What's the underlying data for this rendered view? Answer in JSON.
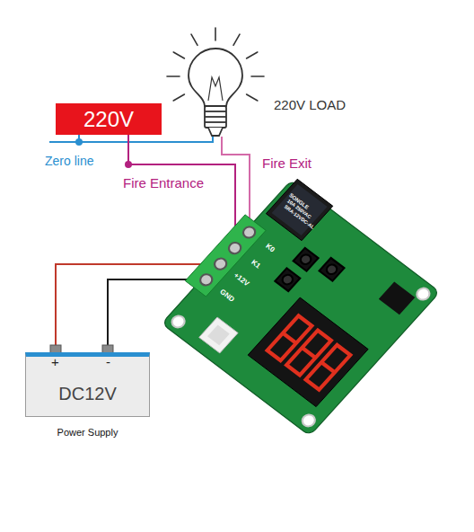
{
  "diagram": {
    "nodes": [
      {
        "text": [
          "220V LOAD"
        ]
      },
      {
        "text": [
          "220V"
        ]
      },
      {
        "text": [
          "K0",
          "K1",
          "+12V",
          "GND"
        ]
      },
      {
        "text": [
          "DC12V",
          "Power Supply"
        ]
      }
    ],
    "edges": [
      {
        "from": 1,
        "to": 0,
        "label": "Zero line",
        "arrow": "none"
      },
      {
        "from": 1,
        "to": 2,
        "label": "Fire Entrance",
        "arrow": "none"
      },
      {
        "from": 2,
        "to": 0,
        "label": "Fire Exit",
        "arrow": "none"
      },
      {
        "from": 3,
        "to": 2,
        "arrow": "none"
      },
      {
        "from": 3,
        "to": 2,
        "arrow": "none"
      }
    ],
    "labels": [
      "+",
      "-",
      "SONGLE",
      "10A 250VAC",
      "SRA-12VDC-AL"
    ]
  }
}
